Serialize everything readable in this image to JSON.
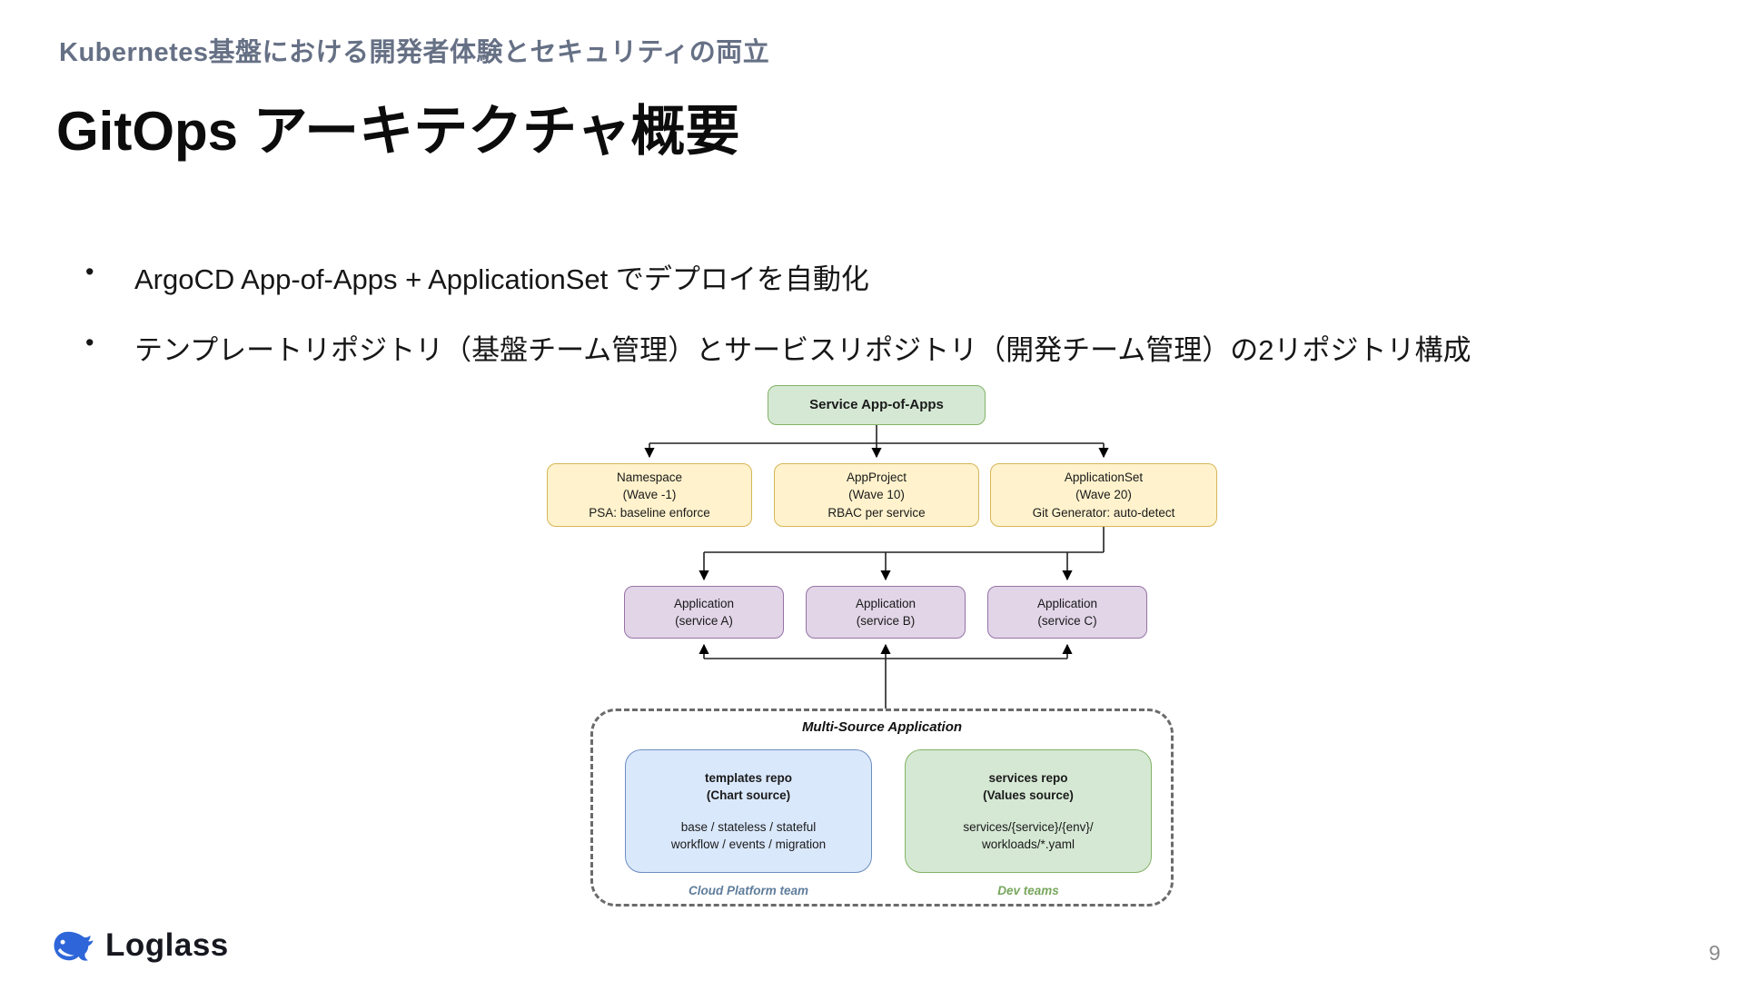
{
  "slide": {
    "eyebrow": "Kubernetes基盤における開発者体験とセキュリティの両立",
    "title": "GitOps アーキテクチャ概要",
    "bullets": [
      "ArgoCD App-of-Apps + ApplicationSet でデプロイを自動化",
      "テンプレートリポジトリ（基盤チーム管理）とサービスリポジトリ（開発チーム管理）の2リポジトリ構成"
    ]
  },
  "diagram": {
    "root": {
      "label": "Service App-of-Apps"
    },
    "wave_boxes": [
      {
        "lines": [
          "Namespace",
          "(Wave -1)",
          "PSA: baseline enforce"
        ]
      },
      {
        "lines": [
          "AppProject",
          "(Wave 10)",
          "RBAC per service"
        ]
      },
      {
        "lines": [
          "ApplicationSet",
          "(Wave 20)",
          "Git Generator: auto-detect"
        ]
      }
    ],
    "applications": [
      {
        "lines": [
          "Application",
          "(service A)"
        ]
      },
      {
        "lines": [
          "Application",
          "(service B)"
        ]
      },
      {
        "lines": [
          "Application",
          "(service C)"
        ]
      }
    ],
    "multi_source": {
      "title": "Multi-Source Application",
      "sources": [
        {
          "title_lines": [
            "templates repo",
            "(Chart source)"
          ],
          "body_lines": [
            "base / stateless / stateful",
            "workflow / events / migration"
          ],
          "team": "Cloud Platform team"
        },
        {
          "title_lines": [
            "services repo",
            "(Values source)"
          ],
          "body_lines": [
            "services/{service}/{env}/",
            "workloads/*.yaml"
          ],
          "team": "Dev teams"
        }
      ]
    },
    "colors": {
      "green_fill": "#d5e8d4",
      "green_border": "#82b366",
      "yellow_fill": "#fff2cc",
      "yellow_border": "#d6b656",
      "purple_fill": "#e1d5e7",
      "purple_border": "#9673a6",
      "blue_fill": "#dae8fc",
      "blue_border": "#6c8ebf",
      "platform_team_text": "#5f7d9c",
      "dev_team_text": "#77a65c",
      "eyebrow_text": "#667085",
      "connector": "#222222"
    }
  },
  "footer": {
    "brand": "Loglass",
    "page": "9"
  }
}
